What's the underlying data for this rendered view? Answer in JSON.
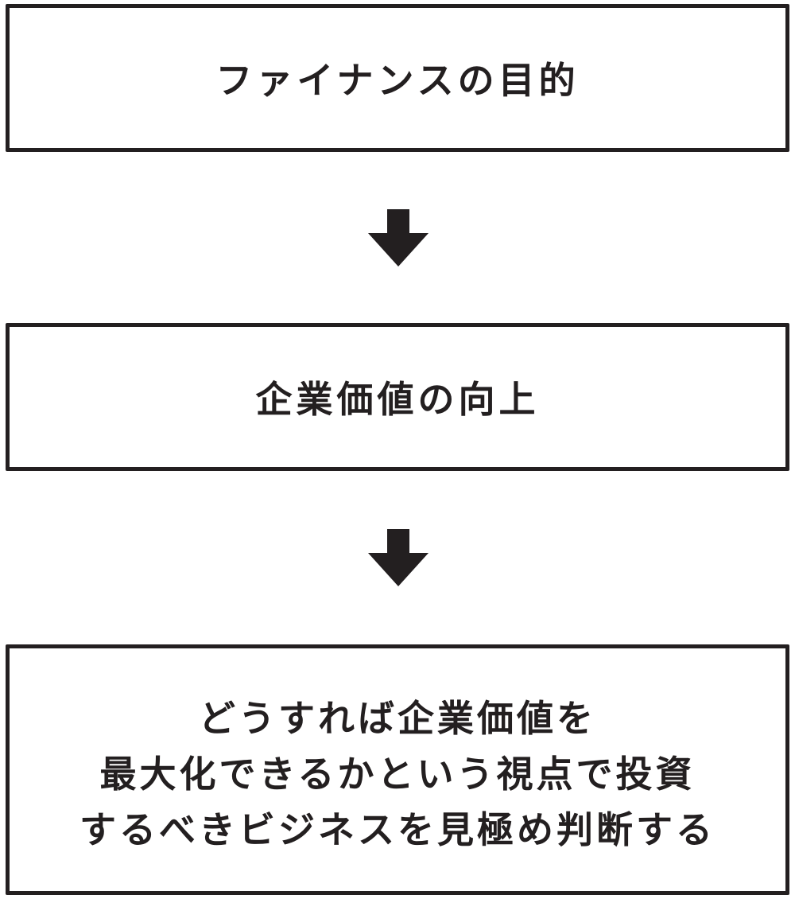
{
  "diagram": {
    "steps": [
      {
        "label": "ファイナンスの目的"
      },
      {
        "label": "企業価値の向上"
      },
      {
        "lines": [
          "どうすれば企業価値を",
          "最大化できるかという視点で投資",
          "するべきビジネスを見極め判断する"
        ]
      }
    ],
    "arrow_icon": "down-arrow-icon",
    "colors": {
      "stroke": "#231f20",
      "background": "#ffffff"
    }
  }
}
